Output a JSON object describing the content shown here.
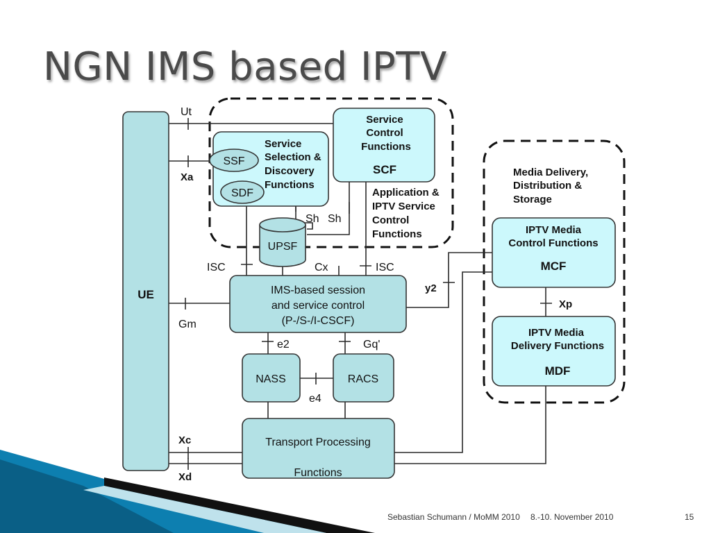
{
  "slide": {
    "title": "NGN IMS based IPTV",
    "footer_author": "Sebastian Schumann / MoMM 2010",
    "footer_date": "8.-10. November 2010",
    "page_number": "15"
  },
  "diagram": {
    "ue": "UE",
    "scf": {
      "line1": "Service",
      "line2": "Control",
      "line3": "Functions",
      "abbr": "SCF"
    },
    "ssdf": {
      "line1": "Service",
      "line2": "Selection &",
      "line3": "Discovery",
      "line4": "Functions"
    },
    "ssf": "SSF",
    "sdf": "SDF",
    "upsf": "UPSF",
    "app_group": {
      "line1": "Application &",
      "line2": "IPTV Service",
      "line3": "Control",
      "line4": "Functions"
    },
    "ims": {
      "line1": "IMS-based session",
      "line2": "and service control",
      "line3": "(P-/S-/I-CSCF)"
    },
    "nass": "NASS",
    "racs": "RACS",
    "transport": {
      "line1": "Transport Processing",
      "line2": "Functions"
    },
    "media_group": {
      "line1": "Media Delivery,",
      "line2": "Distribution &",
      "line3": "Storage"
    },
    "mcf": {
      "line1": "IPTV Media",
      "line2": "Control  Functions",
      "abbr": "MCF"
    },
    "mdf": {
      "line1": "IPTV Media",
      "line2": "Delivery  Functions",
      "abbr": "MDF"
    },
    "interfaces": {
      "ut": "Ut",
      "xa": "Xa",
      "sh1": "Sh",
      "sh2": "Sh",
      "isc_left": "ISC",
      "cx": "Cx",
      "isc_right": "ISC",
      "gm": "Gm",
      "y2": "y2",
      "xp": "Xp",
      "e2": "e2",
      "gq": "Gq'",
      "e4": "e4",
      "xc": "Xc",
      "xd": "Xd"
    }
  }
}
